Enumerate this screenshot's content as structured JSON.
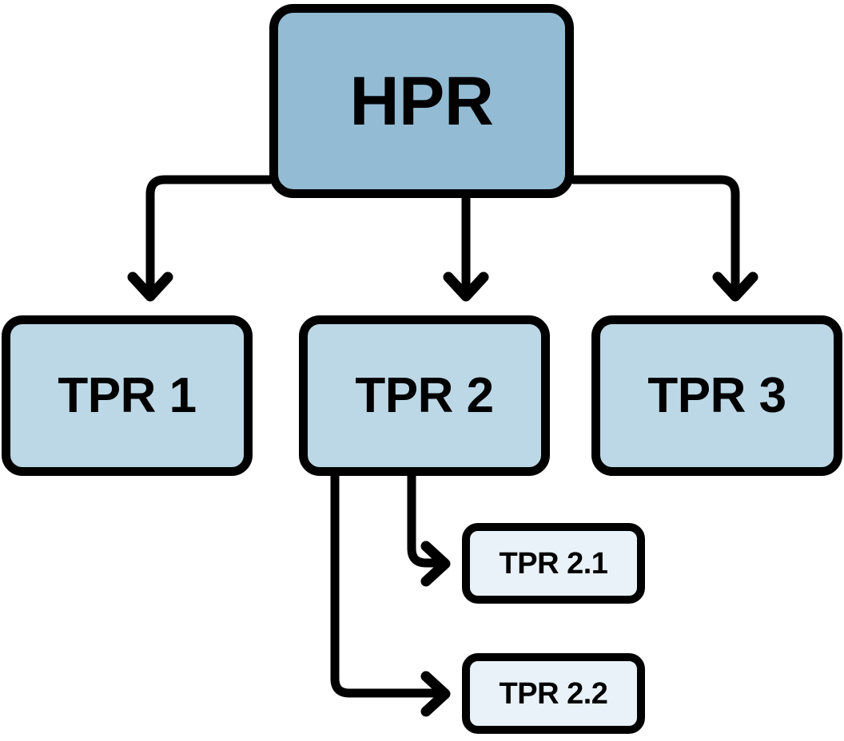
{
  "diagram": {
    "type": "hierarchy-tree",
    "background_color": "#ffffff",
    "line_color": "#000000",
    "nodes": [
      {
        "id": "hpr",
        "label": "HPR",
        "level": 0,
        "fill_color": "#93bcd4",
        "border_color": "#000000"
      },
      {
        "id": "tpr1",
        "label": "TPR 1",
        "level": 1,
        "fill_color": "#bcd8e6",
        "border_color": "#000000"
      },
      {
        "id": "tpr2",
        "label": "TPR 2",
        "level": 1,
        "fill_color": "#bcd8e6",
        "border_color": "#000000"
      },
      {
        "id": "tpr3",
        "label": "TPR 3",
        "level": 1,
        "fill_color": "#bcd8e6",
        "border_color": "#000000"
      },
      {
        "id": "tpr21",
        "label": "TPR 2.1",
        "level": 2,
        "fill_color": "#e9f2f8",
        "border_color": "#000000"
      },
      {
        "id": "tpr22",
        "label": "TPR 2.2",
        "level": 2,
        "fill_color": "#e9f2f8",
        "border_color": "#000000"
      }
    ],
    "edges": [
      {
        "id": "hpr-tpr1",
        "from": "hpr",
        "to": "tpr1",
        "style": "elbow",
        "arrow": "down"
      },
      {
        "id": "hpr-tpr2",
        "from": "hpr",
        "to": "tpr2",
        "style": "straight",
        "arrow": "down"
      },
      {
        "id": "hpr-tpr3",
        "from": "hpr",
        "to": "tpr3",
        "style": "elbow",
        "arrow": "down"
      },
      {
        "id": "tpr2-tpr21",
        "from": "tpr2",
        "to": "tpr21",
        "style": "elbow",
        "arrow": "right"
      },
      {
        "id": "tpr2-tpr22",
        "from": "tpr2",
        "to": "tpr22",
        "style": "elbow",
        "arrow": "right"
      }
    ]
  }
}
